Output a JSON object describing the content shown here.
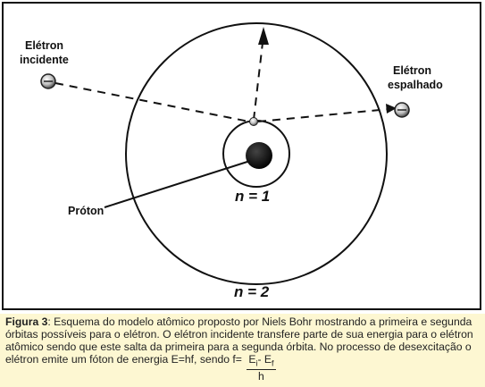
{
  "diagram": {
    "labels": {
      "incident_electron": [
        "Elétron",
        "incidente"
      ],
      "scattered_electron": [
        "Elétron",
        "espalhado"
      ],
      "proton": "Próton",
      "orbit1": "n = 1",
      "orbit2": "n = 2"
    },
    "colors": {
      "line": "#111111",
      "caption_bg": "#fdf7d2"
    }
  },
  "caption": {
    "figure_label": "Figura 3",
    "text": ": Esquema do modelo atômico proposto por Niels Bohr mostrando a primeira e segunda órbitas possíveis para o elétron. O elétron incidente transfere parte de sua energia para o elétron atômico sendo que este salta da primeira para a segunda órbita. No processo de desexcitação o elétron emite um fóton de energia  E=hf, sendo f= ",
    "fraction": {
      "numerator_i": "E",
      "sub_i": "i",
      "minus": "- E",
      "sub_f": "f",
      "denominator": "h"
    }
  }
}
